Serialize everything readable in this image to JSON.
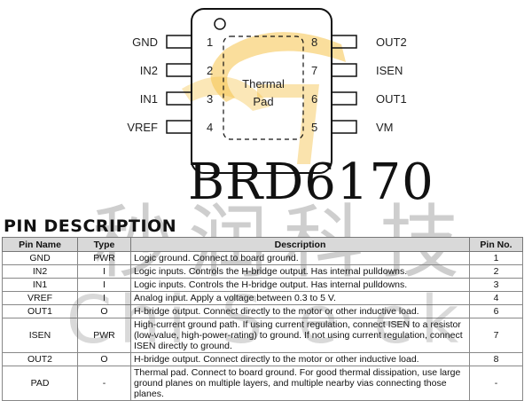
{
  "diagram": {
    "left_pins": [
      {
        "name": "GND",
        "num": "1"
      },
      {
        "name": "IN2",
        "num": "2"
      },
      {
        "name": "IN1",
        "num": "3"
      },
      {
        "name": "VREF",
        "num": "4"
      }
    ],
    "right_pins": [
      {
        "name": "OUT2",
        "num": "8"
      },
      {
        "name": "ISEN",
        "num": "7"
      },
      {
        "name": "OUT1",
        "num": "6"
      },
      {
        "name": "VM",
        "num": "5"
      }
    ],
    "pad_line1": "Thermal",
    "pad_line2": "Pad"
  },
  "part_name": "BRD6170",
  "section_title": "PIN DESCRIPTION",
  "watermark": {
    "cn": "秒润科技",
    "en": "Chi S e  ek"
  },
  "table": {
    "headers": [
      "Pin Name",
      "Type",
      "Description",
      "Pin No."
    ],
    "rows": [
      {
        "name": "GND",
        "type": "PWR",
        "desc": "Logic ground. Connect to board ground.",
        "no": "1"
      },
      {
        "name": "IN2",
        "type": "I",
        "desc": "Logic inputs. Controls the H-bridge output. Has internal pulldowns.",
        "no": "2"
      },
      {
        "name": "IN1",
        "type": "I",
        "desc": "Logic inputs. Controls the H-bridge output. Has internal pulldowns.",
        "no": "3"
      },
      {
        "name": "VREF",
        "type": "I",
        "desc": "Analog input. Apply a voltage between 0.3 to 5 V.",
        "no": "4"
      },
      {
        "name": "OUT1",
        "type": "O",
        "desc": "H-bridge output. Connect directly to the motor or other inductive load.",
        "no": "6"
      },
      {
        "name": "ISEN",
        "type": "PWR",
        "desc": "High-current ground path. If using current regulation, connect ISEN to a resistor (low-value, high-power-rating) to ground. If not using current regulation, connect ISEN directly to ground.",
        "no": "7"
      },
      {
        "name": "OUT2",
        "type": "O",
        "desc": "H-bridge output. Connect directly to the motor or other inductive load.",
        "no": "8"
      },
      {
        "name": "PAD",
        "type": "-",
        "desc": "Thermal pad. Connect to board ground. For good thermal dissipation, use large ground planes on multiple layers, and multiple nearby vias connecting those planes.",
        "no": "-"
      }
    ]
  },
  "colors": {
    "watermark_logo": "#f5c24a",
    "header_bg": "#d9d9d9"
  }
}
